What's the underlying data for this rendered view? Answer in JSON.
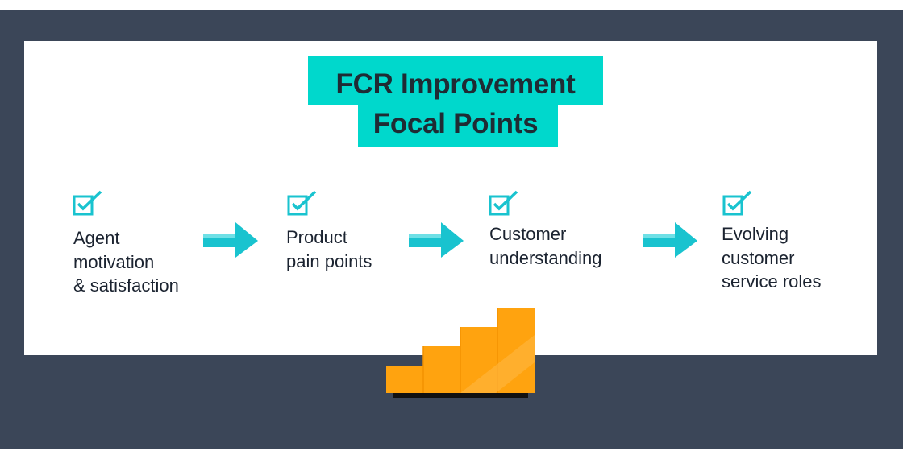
{
  "title": {
    "line1": "FCR Improvement",
    "line2": "Focal Points"
  },
  "steps": [
    {
      "label": "Agent\nmotivation\n& satisfaction",
      "icon": "checkbox-icon"
    },
    {
      "label": "Product\npain points",
      "icon": "checkbox-icon"
    },
    {
      "label": "Customer\nunderstanding",
      "icon": "checkbox-icon"
    },
    {
      "label": "Evolving\ncustomer\nservice roles",
      "icon": "checkbox-icon"
    }
  ],
  "colors": {
    "frame": "#3b4658",
    "accent": "#00d8cc",
    "arrow": "#19c3cf",
    "stairs": "#ffa30f"
  }
}
